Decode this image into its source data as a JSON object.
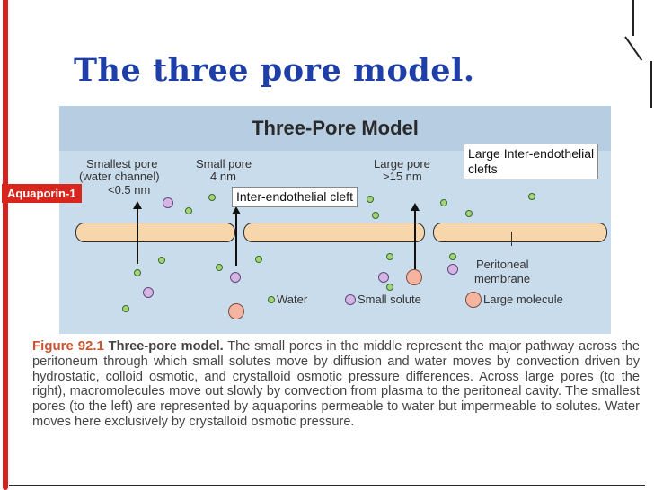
{
  "slide": {
    "title": "The three pore model."
  },
  "figure": {
    "title": "Three-Pore Model",
    "labels": {
      "smallest_pore": "Smallest pore",
      "smallest_pore_sub": "(water channel)",
      "smallest_pore_size": "<0.5 nm",
      "small_pore": "Small pore",
      "small_pore_size": "4 nm",
      "large_pore": "Large pore",
      "large_pore_size": ">15 nm",
      "membrane_1": "Peritoneal",
      "membrane_2": "membrane"
    },
    "legend": {
      "water": "Water",
      "small_solute": "Small solute",
      "large_molecule": "Large molecule"
    },
    "callouts": {
      "aquaporin": "Aquaporin-1",
      "inter_endothelial": "Inter-endothelial cleft",
      "large_inter_endothelial_1": "Large Inter-endothelial",
      "large_inter_endothelial_2": "clefts"
    },
    "colors": {
      "water": "#a6d37a",
      "small_solute": "#d5b6e2",
      "large_molecule": "#f5b4a0",
      "membrane": "#f7d6ac",
      "title": "#1f3fa8",
      "aquaporin_badge": "#d9261c"
    }
  },
  "caption": {
    "figure_number": "Figure 92.1",
    "figure_name": "Three-pore model.",
    "text": "The small pores in the middle represent the major pathway across the peritoneum through which small solutes move by diffusion and water moves by convection driven by hydrostatic, colloid osmotic, and crystalloid osmotic pressure differences. Across large pores (to the right), macromolecules move out slowly by convection from plasma to the peritoneal cavity. The smallest pores (to the left) are represented by aquaporins permeable to water but impermeable to solutes. Water moves here exclusively by crystalloid osmotic pressure."
  }
}
